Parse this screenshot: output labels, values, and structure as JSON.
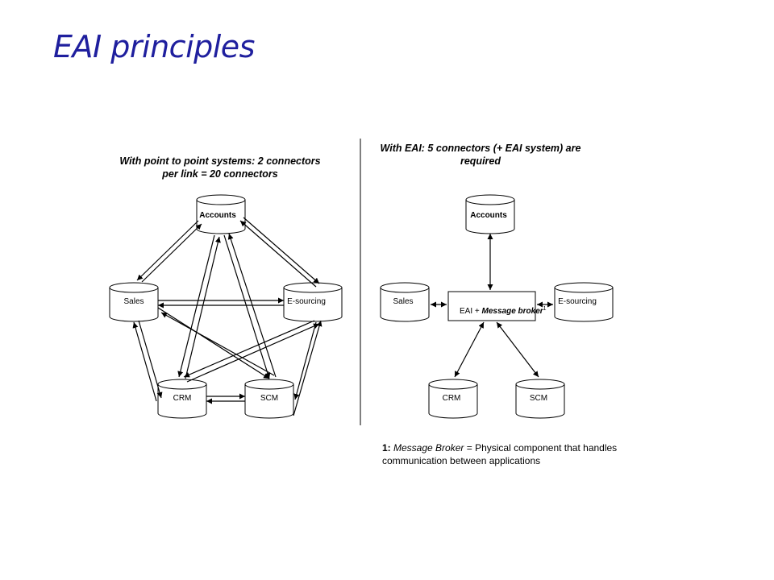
{
  "title": "EAI principles",
  "left": {
    "caption": "With point to point systems: 2 connectors per link = 20 connectors",
    "nodes": {
      "accounts": "Accounts",
      "sales": "Sales",
      "esourcing": "E-sourcing",
      "crm": "CRM",
      "scm": "SCM"
    }
  },
  "right": {
    "caption": "With EAI: 5 connectors (+ EAI system) are required",
    "nodes": {
      "accounts": "Accounts",
      "sales": "Sales",
      "esourcing": "E-sourcing",
      "crm": "CRM",
      "scm": "SCM"
    },
    "broker": {
      "prefix": "EAI + ",
      "name": "Message broker",
      "sup": "1"
    }
  },
  "footnote": {
    "num": "1:",
    "term": "Message Broker",
    "text": " = Physical component that handles communication between applications"
  }
}
